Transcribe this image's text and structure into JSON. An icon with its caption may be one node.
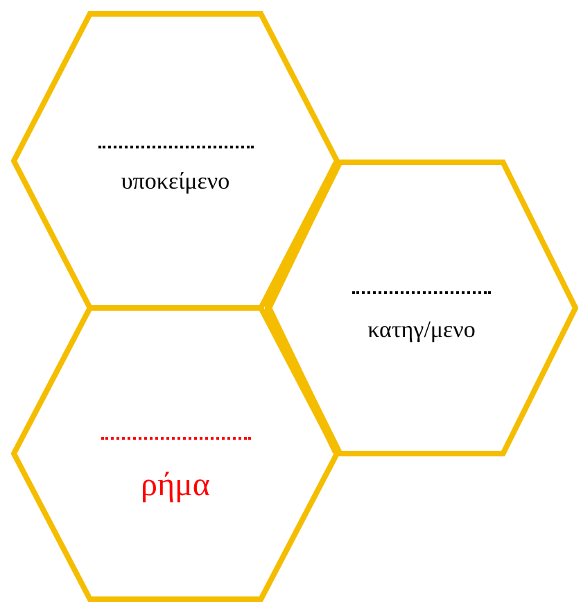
{
  "diagram": {
    "nodes": [
      {
        "text": [
          "υποκείμενο"
        ]
      },
      {
        "text": [
          "κατηγ/μενο"
        ]
      },
      {
        "text": [
          "ρήμα"
        ]
      }
    ]
  }
}
